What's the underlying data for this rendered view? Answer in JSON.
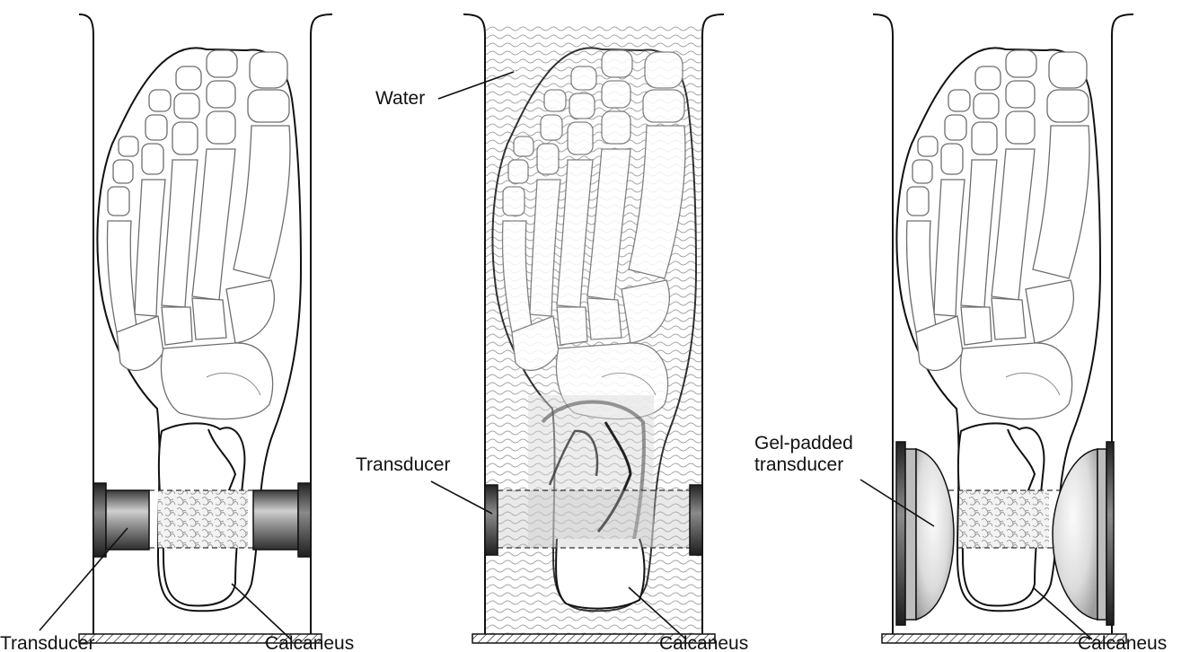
{
  "labels": {
    "panel1_transducer": "Transducer",
    "panel1_calcaneus": "Calcaneus",
    "panel2_water": "Water",
    "panel2_transducer": "Transducer",
    "panel2_calcaneus": "Calcaneus",
    "panel3_gel_line1": "Gel-padded",
    "panel3_gel_line2": "transducer",
    "panel3_calcaneus": "Calcaneus"
  },
  "colors": {
    "line": "#111111",
    "bone": "#6e6e6e",
    "metal_dark": "#4a4a4a",
    "metal_light": "#c9c9c9",
    "gel": "#e4e4e4",
    "water": "#9a9a9a"
  }
}
